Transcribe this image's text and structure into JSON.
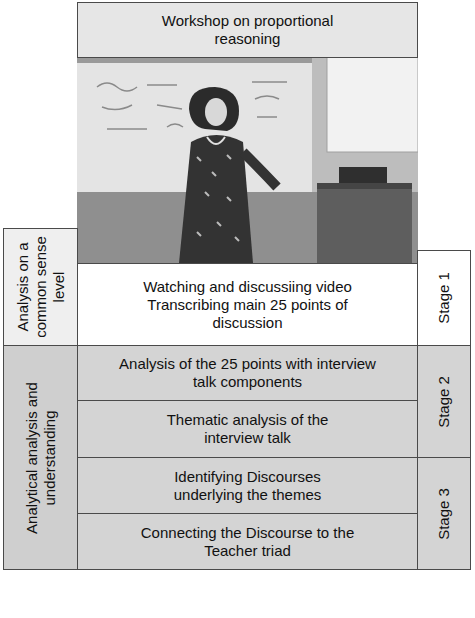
{
  "diagram": {
    "nodes": [
      {
        "text": [
          "Workshop on proportional reasoning"
        ]
      },
      {
        "text": [
          "Watching and discussiing video Transcribing main 25 points of discussion"
        ]
      },
      {
        "text": [
          "Analysis of the 25 points with interview talk components"
        ]
      },
      {
        "text": [
          "Thematic analysis of the interview talk"
        ]
      },
      {
        "text": [
          "Identifying Discourses underlying the themes"
        ]
      },
      {
        "text": [
          "Connecting the Discourse to the Teacher triad"
        ]
      },
      {
        "text": [
          "Analysis on a common sense level"
        ]
      },
      {
        "text": [
          "Analytical analysis and understanding"
        ]
      },
      {
        "text": [
          "Stage 1"
        ]
      },
      {
        "text": [
          "Stage 2"
        ]
      },
      {
        "text": [
          "Stage 3"
        ]
      }
    ]
  }
}
